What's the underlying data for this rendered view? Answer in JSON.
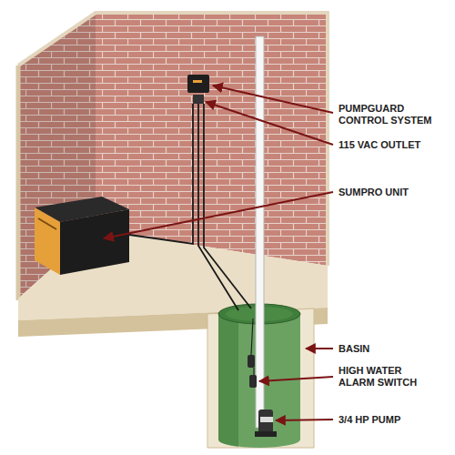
{
  "diagram": {
    "labels": [
      "PUMPGUARD CONTROL SYSTEM",
      "115 VAC OUTLET",
      "SUMPRO UNIT",
      "BASIN",
      "HIGH WATER ALARM SWITCH",
      "3/4 HP PUMP"
    ]
  }
}
